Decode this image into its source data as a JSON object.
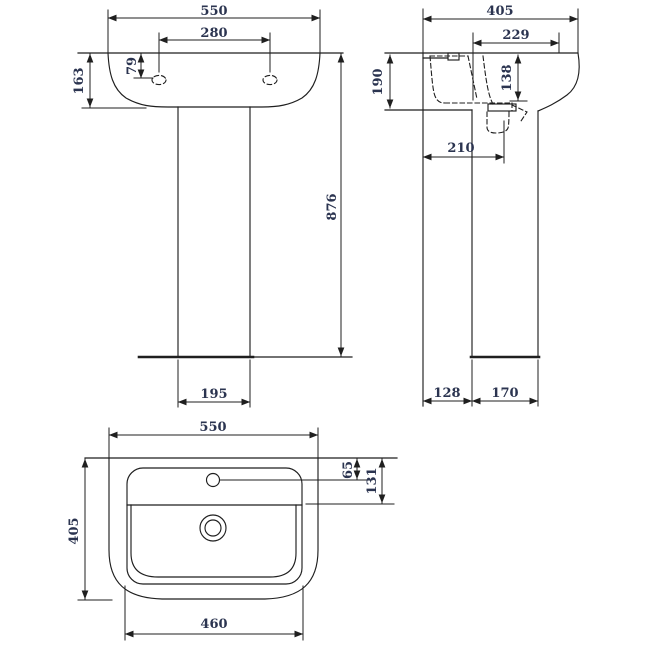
{
  "front": {
    "width": "550",
    "tap_spacing": "280",
    "tap_drop": "79",
    "rim_height": "163",
    "total_height": "876",
    "pedestal_width": "195"
  },
  "side": {
    "depth": "405",
    "bowl_top_depth": "229",
    "bowl_inner_depth": "138",
    "side_height": "190",
    "waste_offset": "210",
    "wall_gap": "128",
    "pedestal_depth": "170"
  },
  "plan": {
    "width": "550",
    "depth": "405",
    "tap_offset": "65",
    "shelf_depth": "131",
    "bowl_width": "460"
  },
  "colors": {
    "line": "#1f1f1f",
    "dimension_text": "#2b3450",
    "background": "#ffffff"
  }
}
